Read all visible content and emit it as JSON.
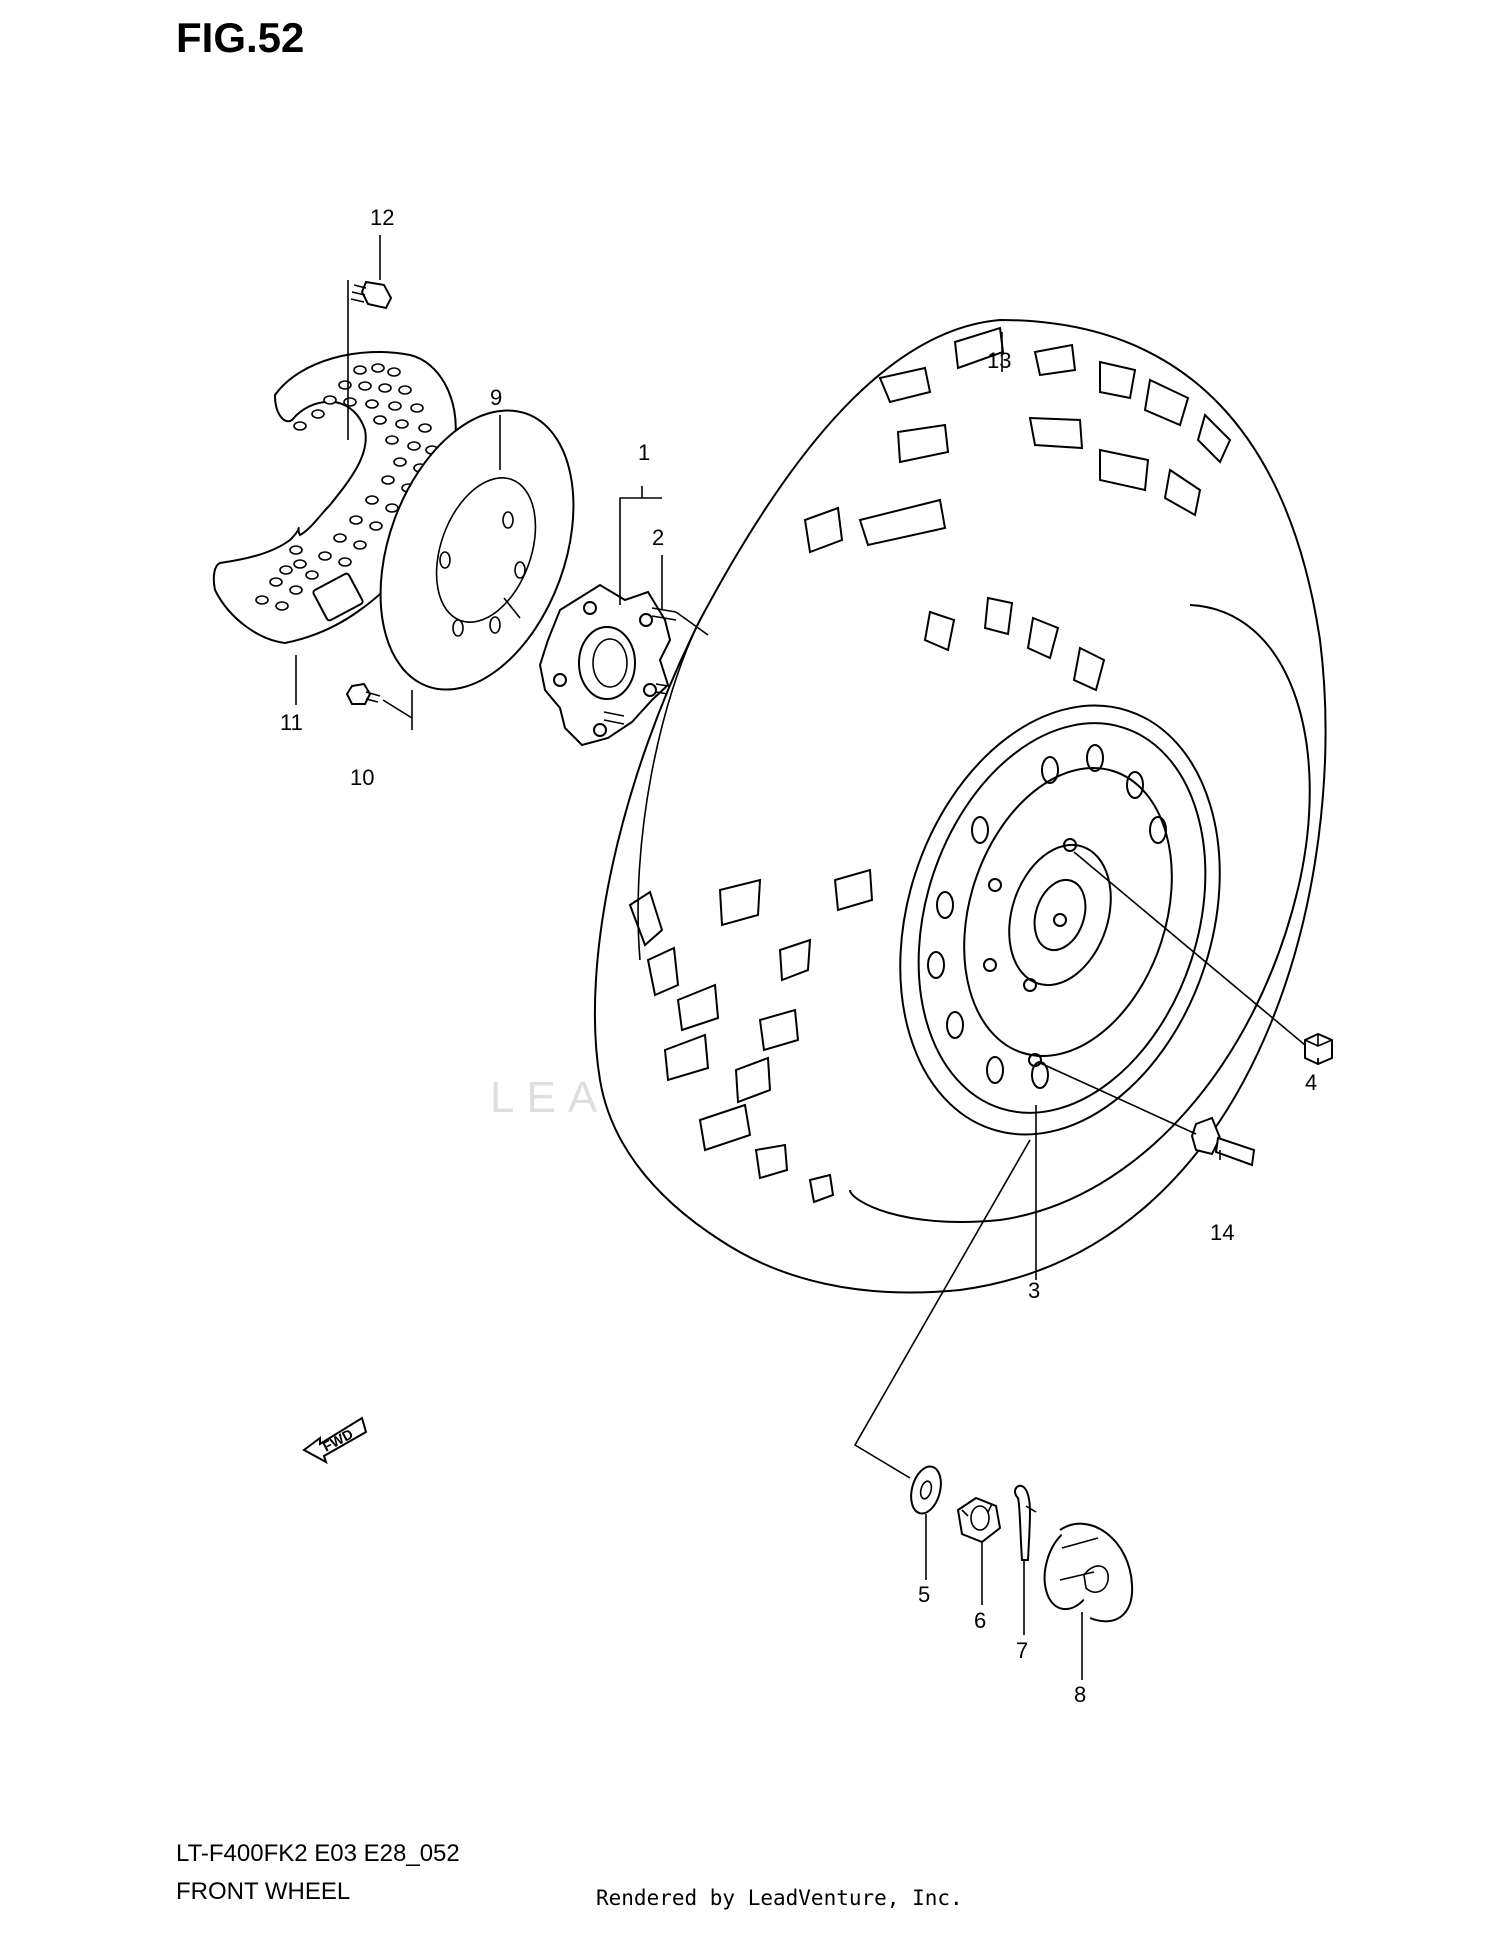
{
  "figure": {
    "title": "FIG.52",
    "model_code": "LT-F400FK2 E03 E28_052",
    "section_name": "FRONT WHEEL",
    "rendered_by": "Rendered by LeadVenture, Inc.",
    "watermark": "LEADVENTURE",
    "direction_label": "FWD"
  },
  "callouts": [
    {
      "id": "1",
      "part": "hub"
    },
    {
      "id": "2",
      "part": "hub-stud"
    },
    {
      "id": "3",
      "part": "wheel-rim"
    },
    {
      "id": "4",
      "part": "wheel-nut"
    },
    {
      "id": "5",
      "part": "washer"
    },
    {
      "id": "6",
      "part": "castle-nut"
    },
    {
      "id": "7",
      "part": "cotter-pin"
    },
    {
      "id": "8",
      "part": "hub-cap"
    },
    {
      "id": "9",
      "part": "brake-disc"
    },
    {
      "id": "10",
      "part": "disc-bolt"
    },
    {
      "id": "11",
      "part": "disc-cover"
    },
    {
      "id": "12",
      "part": "cover-bolt"
    },
    {
      "id": "13",
      "part": "tire"
    },
    {
      "id": "14",
      "part": "valve"
    }
  ]
}
